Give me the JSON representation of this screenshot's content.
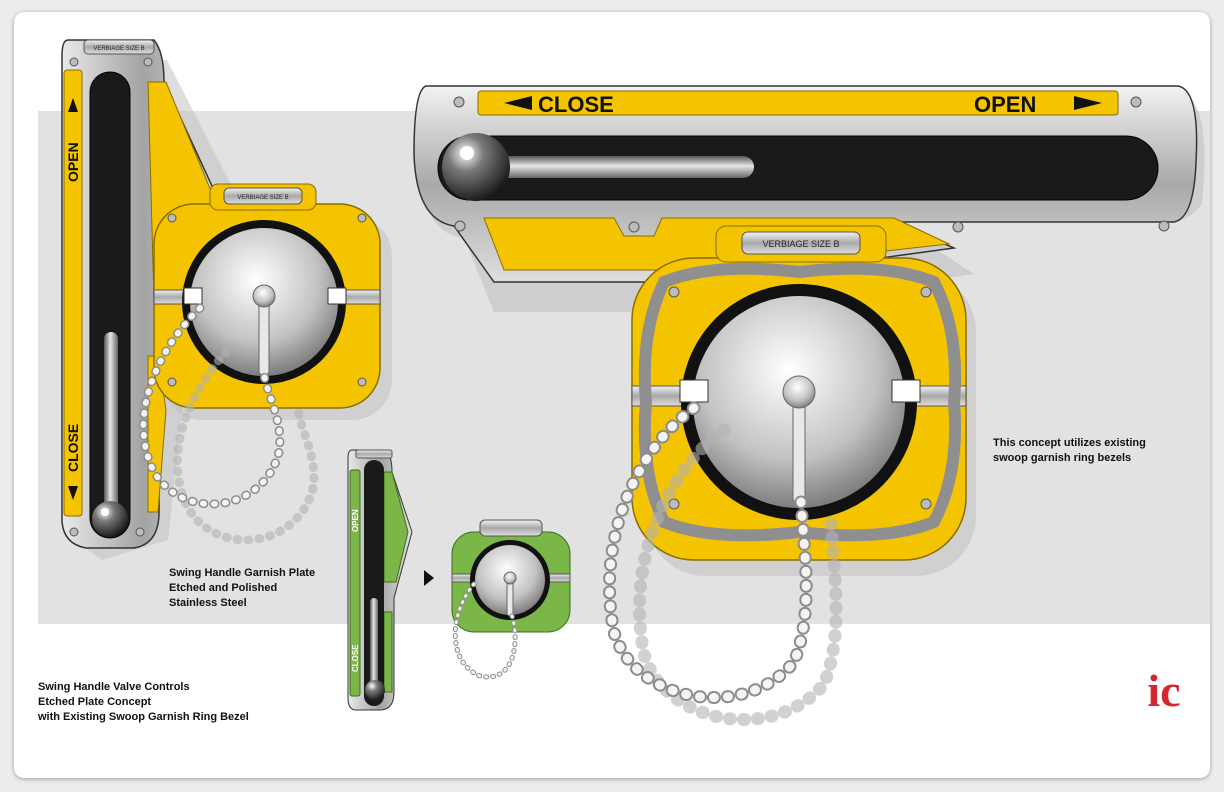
{
  "labels": {
    "verbiage": "VERBIAGE SIZE B",
    "open": "OPEN",
    "close": "CLOSE"
  },
  "captions": {
    "swing_plate": [
      "Swing Handle Garnish Plate",
      "Etched and Polished",
      "Stainless Steel"
    ],
    "concept": [
      "Swing Handle Valve Controls",
      "Etched Plate Concept",
      "with Existing Swoop Garnish Ring Bezel"
    ],
    "bezel_note": [
      "This concept utilizes existing",
      "swoop garnish ring bezels"
    ]
  },
  "logo_text": "ic",
  "colors": {
    "yellow": "#f5c400",
    "green": "#7ab648",
    "steel": "#c8c8c8",
    "slot": "#1a1a1a",
    "logo_red": "#d7262e"
  },
  "icons": [
    "arrow-left-icon",
    "arrow-right-icon",
    "arrow-up-icon",
    "arrow-down-icon",
    "play-arrow-icon",
    "ic-logo-icon"
  ]
}
